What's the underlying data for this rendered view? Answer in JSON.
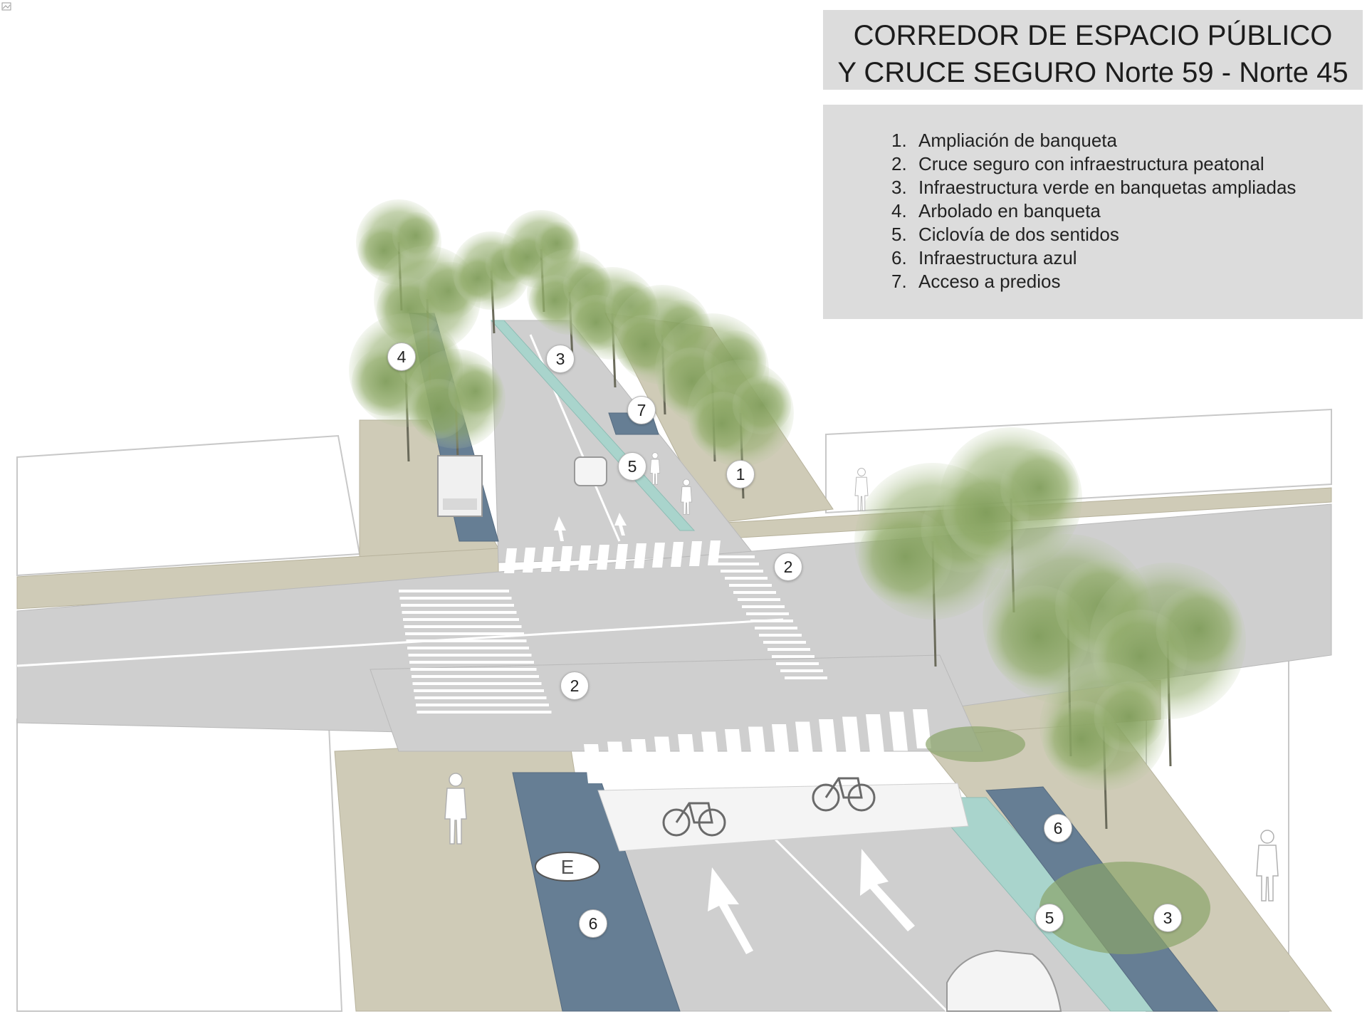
{
  "header": {
    "title_line1": "CORREDOR DE ESPACIO PÚBLICO",
    "title_line2": "Y CRUCE SEGURO Norte 59 - Norte 45"
  },
  "legend": {
    "items": [
      {
        "number": "1.",
        "label": "Ampliación de banqueta"
      },
      {
        "number": "2.",
        "label": "Cruce seguro con infraestructura peatonal"
      },
      {
        "number": "3.",
        "label": "Infraestructura verde en banquetas ampliadas"
      },
      {
        "number": "4.",
        "label": "Arbolado en banqueta"
      },
      {
        "number": "5.",
        "label": "Ciclovía de dos sentidos"
      },
      {
        "number": "6.",
        "label": "Infraestructura azul"
      },
      {
        "number": "7.",
        "label": "Acceso a predios"
      }
    ]
  },
  "markers": [
    {
      "label": "4"
    },
    {
      "label": "3"
    },
    {
      "label": "7"
    },
    {
      "label": "5"
    },
    {
      "label": "1"
    },
    {
      "label": "2"
    },
    {
      "label": "2"
    },
    {
      "label": "6"
    },
    {
      "label": "6"
    },
    {
      "label": "5"
    },
    {
      "label": "3"
    }
  ],
  "colors": {
    "road": "#cdcdcd",
    "sidewalk": "#cfcbb7",
    "bike_lane": "#a9d4cc",
    "blue_infrastructure": "#667e94",
    "tree_green": "#7d9a58",
    "panel_gray": "#dcdcdc"
  },
  "icons": [
    "bicycle-icon",
    "pedestrian-icon",
    "road-arrow-icon",
    "tree-icon",
    "car-icon",
    "truck-icon"
  ]
}
